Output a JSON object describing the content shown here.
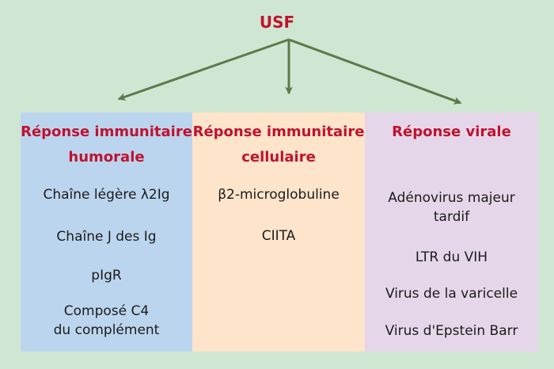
{
  "title": "USF",
  "colors": {
    "background": "#cfe7d2",
    "arrow": "#5a7a4a",
    "heading": "#c0122f",
    "humoral": "#bcd5ee",
    "cellular": "#fde4cb",
    "viral": "#e6d6e9"
  },
  "columns": {
    "humoral": {
      "heading": "Réponse immunitaire\nhumorale",
      "items": [
        "Chaîne légère λ2Ig",
        "Chaîne J des Ig",
        "pIgR",
        "Composé C4\ndu complément"
      ]
    },
    "cellular": {
      "heading": "Réponse immunitaire\ncellulaire",
      "items": [
        "β2-microglobuline",
        "CIITA"
      ]
    },
    "viral": {
      "heading": "Réponse virale",
      "items": [
        "Adénovirus majeur\ntardif",
        "LTR du VIH",
        "Virus de la varicelle",
        "Virus d'Epstein Barr"
      ]
    }
  }
}
